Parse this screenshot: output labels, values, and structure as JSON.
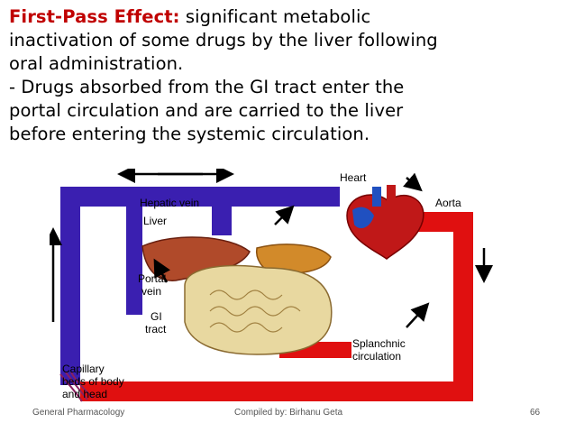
{
  "slide": {
    "heading_term": "First-Pass Effect:",
    "lines": [
      " significant metabolic",
      "inactivation of some drugs by the liver following",
      "oral administration.",
      "-  Drugs absorbed from the GI tract enter the",
      "portal circulation and are carried to the liver",
      "before entering the systemic circulation."
    ]
  },
  "diagram": {
    "labels": {
      "heart": "Heart",
      "aorta": "Aorta",
      "hepatic_vein": "Hepatic vein",
      "liver": "Liver",
      "portal_vein_1": "Portal",
      "portal_vein_2": "vein",
      "gi_1": "GI",
      "gi_2": "tract",
      "splanchnic_1": "Splanchnic",
      "splanchnic_2": "circulation",
      "capillary_1": "Capillary",
      "capillary_2": "beds of body",
      "capillary_3": "and head"
    },
    "colors": {
      "venous": "#3a1fb0",
      "arterial": "#e01010",
      "liver": "#b04a2a",
      "stomach": "#d28a2a",
      "intestine": "#e8d8a0"
    }
  },
  "footer": {
    "left": "General Pharmacology",
    "center": "Compiled by:  Birhanu Geta",
    "page": "66"
  }
}
